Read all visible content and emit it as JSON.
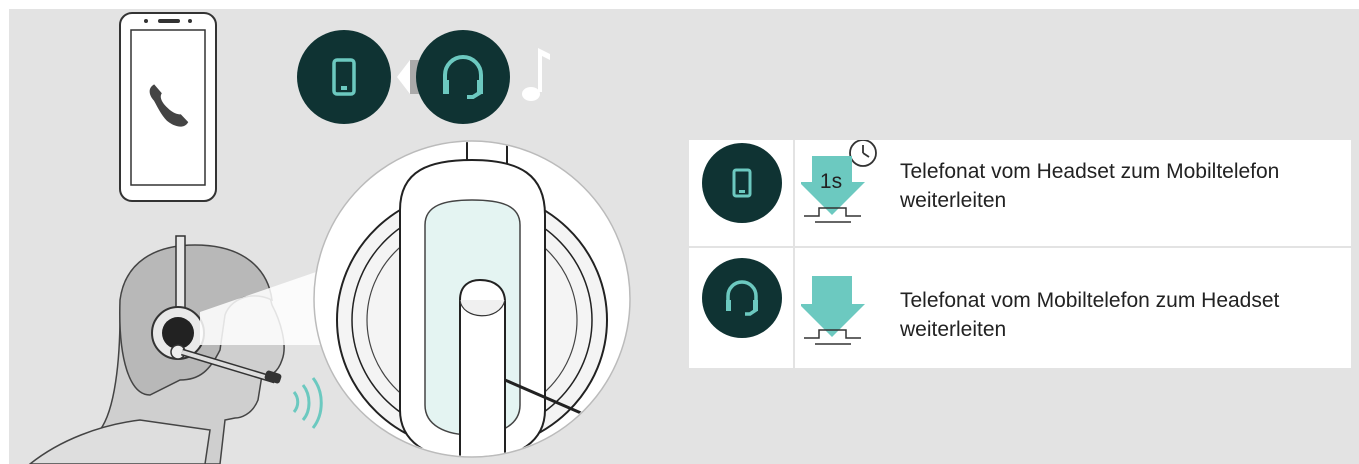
{
  "instructions": [
    {
      "icon": "mobile-phone-icon",
      "press_label": "1s",
      "press_duration_icon": "clock-icon",
      "text": "Telefonat vom Headset zum Mobiltelefon weiterleiten"
    },
    {
      "icon": "headset-icon",
      "text": "Telefonat vom Mobiltelefon zum Headset weiterleiten"
    }
  ],
  "colors": {
    "accent": "#6cc9c0",
    "dark_circle": "#0f3333",
    "background": "#e3e3e3"
  }
}
